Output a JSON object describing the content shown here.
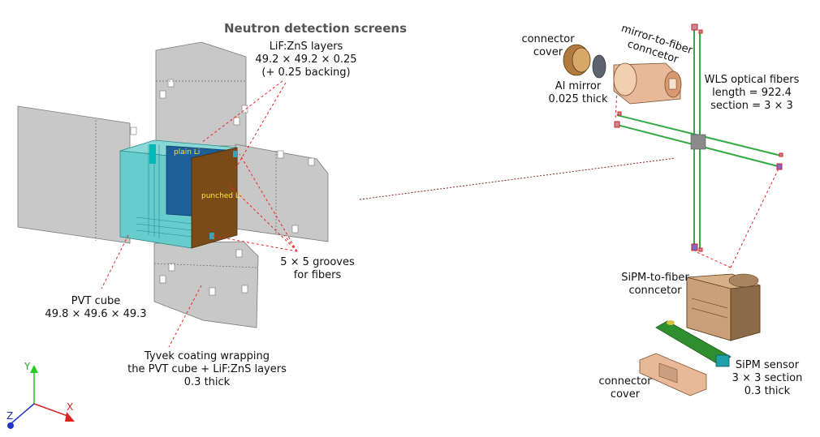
{
  "title": "Neutron detection screens",
  "labels": {
    "lifzns": [
      "LiF:ZnS layers",
      "49.2 × 49.2 × 0.25",
      "(+ 0.25 backing)"
    ],
    "pvt": [
      "PVT cube",
      "49.8 × 49.6 × 49.3"
    ],
    "grooves": [
      "5 × 5 grooves",
      "for fibers"
    ],
    "tyvek": [
      "Tyvek coating wrapping",
      "the PVT cube + LiF:ZnS layers",
      "0.3 thick"
    ],
    "plain_li": "plain Li",
    "punched_li": "punched Li",
    "connector_cover_top": [
      "connector",
      "cover"
    ],
    "al_mirror": [
      "Al mirror",
      "0.025 thick"
    ],
    "mirror_fiber": [
      "mirror-to-fiber",
      "conncetor"
    ],
    "wls": [
      "WLS optical fibers",
      "length = 922.4",
      "section = 3 × 3"
    ],
    "sipm_fiber": [
      "SiPM-to-fiber",
      "conncetor"
    ],
    "sipm_sensor": [
      "SiPM sensor",
      "3 × 3 section",
      "0.3 thick"
    ],
    "connector_cover_bottom": [
      "connector",
      "cover"
    ]
  },
  "axes": {
    "x": "X",
    "y": "Y",
    "z": "Z"
  },
  "colors": {
    "tyvek": "#c8c8c8",
    "pvt": "#66cccc",
    "plain_li": "#1d5f99",
    "punched_li": "#7a4a17",
    "fiber": "#33aa44",
    "copper": "#e8b898",
    "pcb": "#2f8f2f",
    "leader": "#ee2222"
  }
}
